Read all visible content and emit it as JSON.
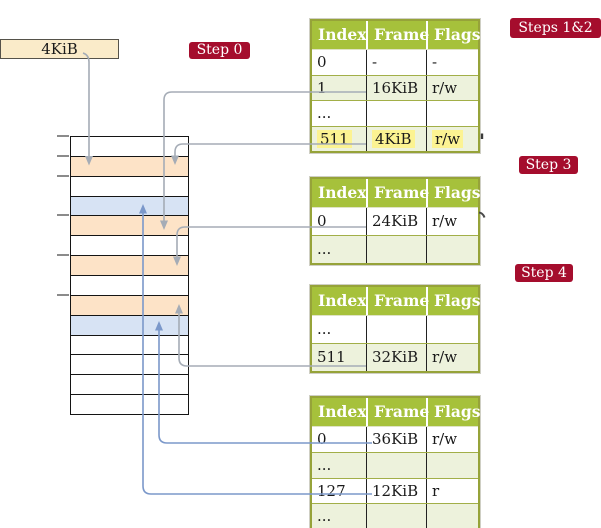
{
  "cr3_box": {
    "label": "4KiB"
  },
  "badges": {
    "step0": "Step 0",
    "steps12": "Steps 1&2",
    "step3": "Step 3",
    "step4": "Step 4"
  },
  "memory": {
    "rows": [
      "free",
      "page-table",
      "free",
      "mapped-page",
      "page-table",
      "free",
      "page-table",
      "free",
      "page-table",
      "mapped-page",
      "free",
      "free",
      "free",
      "free"
    ]
  },
  "tables": [
    {
      "step": "Steps 1&2",
      "headers": [
        "Index",
        "Frame",
        "Flags"
      ],
      "rows": [
        {
          "cells": [
            "0",
            "-",
            "-"
          ]
        },
        {
          "cells": [
            "1",
            "16KiB",
            "r/w"
          ]
        },
        {
          "cells": [
            "...",
            "",
            ""
          ]
        },
        {
          "cells": [
            "511",
            "4KiB",
            "r/w"
          ],
          "highlighted": true
        }
      ],
      "highlighted_row_index": 3
    },
    {
      "step": "Step 3",
      "headers": [
        "Index",
        "Frame",
        "Flags"
      ],
      "rows": [
        {
          "cells": [
            "0",
            "24KiB",
            "r/w"
          ]
        },
        {
          "cells": [
            "...",
            "",
            ""
          ]
        }
      ]
    },
    {
      "step": "Step 4",
      "headers": [
        "Index",
        "Frame",
        "Flags"
      ],
      "rows": [
        {
          "cells": [
            "...",
            "",
            ""
          ]
        },
        {
          "cells": [
            "511",
            "32KiB",
            "r/w"
          ]
        }
      ]
    },
    {
      "step": "",
      "headers": [
        "Index",
        "Frame",
        "Flags"
      ],
      "rows": [
        {
          "cells": [
            "0",
            "36KiB",
            "r/w"
          ]
        },
        {
          "cells": [
            "...",
            "",
            ""
          ]
        },
        {
          "cells": [
            "127",
            "12KiB",
            "r"
          ]
        },
        {
          "cells": [
            "...",
            "",
            ""
          ]
        }
      ]
    }
  ],
  "arrows": [
    {
      "from": "cr3-box-4KiB",
      "to": "memory-frame-4KiB",
      "color": "gray"
    },
    {
      "from": "table1-entry-1-16KiB",
      "to": "memory-frame-16KiB",
      "color": "gray"
    },
    {
      "from": "table1-entry-511-4KiB",
      "to": "memory-frame-4KiB",
      "color": "gray"
    },
    {
      "from": "table2-entry-0-24KiB",
      "to": "memory-frame-24KiB",
      "color": "gray"
    },
    {
      "from": "table3-entry-511-32KiB",
      "to": "memory-frame-32KiB",
      "color": "gray"
    },
    {
      "from": "table4-entry-0-36KiB",
      "to": "memory-frame-36KiB",
      "color": "blue"
    },
    {
      "from": "table4-entry-127-12KiB",
      "to": "memory-frame-12KiB",
      "color": "blue"
    }
  ],
  "colors": {
    "badge_red": "#a50d2d",
    "header_green": "#a6c13b",
    "row_green": "#edf2dc",
    "table_border": "#96a339",
    "page_table_orange": "#fde3c7",
    "mapped_page_blue": "#d7e3f4",
    "highlight_yellow": "#fcf392",
    "cr3_cream": "#faebc9",
    "gray_arrow": "#a5acb6",
    "blue_arrow": "#7b98ca"
  }
}
